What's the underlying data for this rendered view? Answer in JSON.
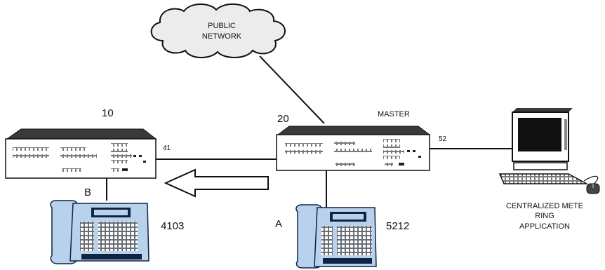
{
  "network": {
    "label_line1": "PUBLIC",
    "label_line2": "NETWORK"
  },
  "node_left": {
    "number": "10",
    "port": "41"
  },
  "node_right": {
    "number": "20",
    "role": "MASTER",
    "port": "52"
  },
  "phone_b": {
    "letter": "B",
    "extension": "4103"
  },
  "phone_a": {
    "letter": "A",
    "extension": "5212"
  },
  "application": {
    "line1": "CENTRALIZED METE",
    "line2": "RING",
    "line3": "APPLICATION"
  },
  "icons": [
    "cloud-icon",
    "pbx-icon",
    "telephone-icon",
    "computer-icon",
    "mouse-icon",
    "arrow-left-icon"
  ]
}
